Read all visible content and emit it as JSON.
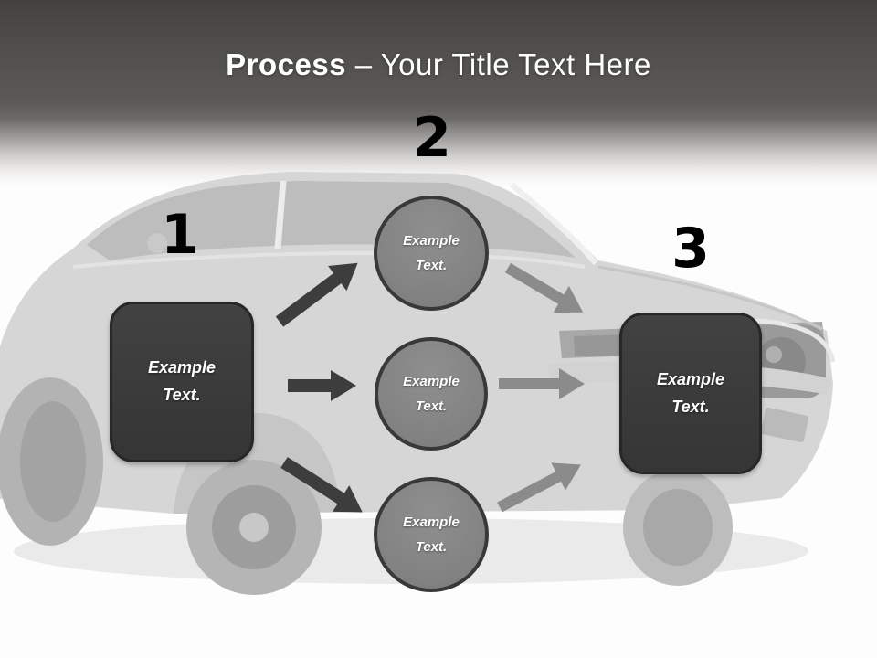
{
  "title": {
    "bold": "Process",
    "regular": " – Your Title Text Here"
  },
  "steps": [
    {
      "number": "1",
      "label": "Example Text."
    },
    {
      "number": "2",
      "label": "Example Text."
    },
    {
      "number": "3",
      "label": "Example Text."
    }
  ],
  "circles": [
    {
      "label": "Example Text."
    },
    {
      "label": "Example Text."
    },
    {
      "label": "Example Text."
    }
  ],
  "background_image": {
    "alt": "Faded grayscale photo of a classic muscle car"
  },
  "colors": {
    "header_top": "#444240",
    "header_mid": "#5c5a57",
    "box_fill": "#3b3b3b",
    "box_border": "#272727",
    "circle_fill": "#868686",
    "circle_border": "#393939",
    "arrow_dark": "#3d3d3d",
    "arrow_gray": "#8b8b8b",
    "title_color": "#ffffff",
    "number_color": "#000000"
  }
}
